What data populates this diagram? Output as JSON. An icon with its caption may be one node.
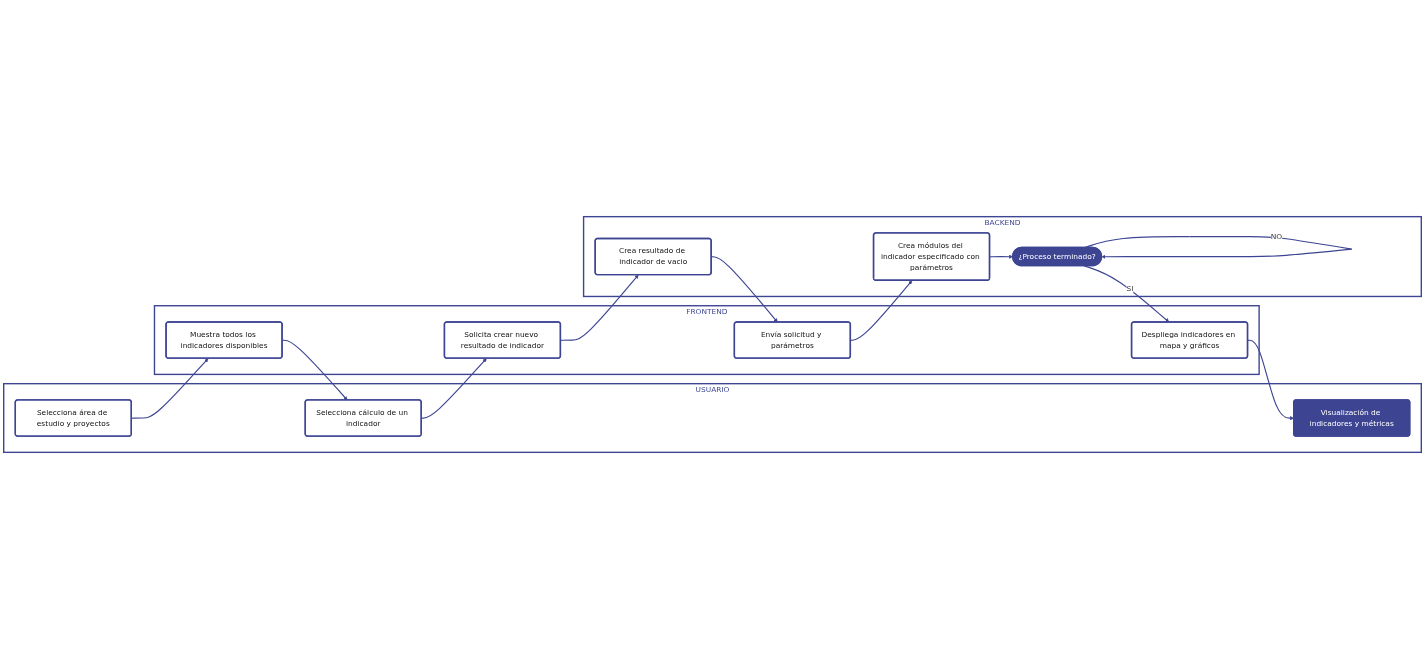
{
  "diagram": {
    "nodes": [
      {
        "text": [
          "USUARIO"
        ]
      },
      {
        "text": [
          "FRONTEND"
        ]
      },
      {
        "text": [
          "BACKEND"
        ]
      },
      {
        "text": [
          "Selecciona área de estudio y proyectos"
        ],
        "in": 0
      },
      {
        "text": [
          "Muestra todos los indicadores disponibles"
        ],
        "in": 1
      },
      {
        "text": [
          "Selecciona cálculo de un indicador"
        ],
        "in": 0
      },
      {
        "text": [
          "Solicita crear nuevo resultado de indicador"
        ],
        "in": 1
      },
      {
        "text": [
          "Crea resultado de indicador de vacio"
        ],
        "in": 2
      },
      {
        "text": [
          "Envía solicitud y parámetros"
        ],
        "in": 1
      },
      {
        "text": [
          "Crea módulos del indicador especificado con parámetros"
        ],
        "in": 2
      },
      {
        "text": [
          "Visualización de indicadores y métricas"
        ],
        "in": 0
      },
      {
        "text": [
          "Despliega indicadores en mapa y gráficos"
        ],
        "in": 1
      },
      {
        "text": [
          "¿Proceso terminado?"
        ],
        "in": 2
      }
    ],
    "edges": [
      {
        "from": 3,
        "to": 4,
        "arrow": "to"
      },
      {
        "from": 4,
        "to": 5,
        "arrow": "to"
      },
      {
        "from": 5,
        "to": 6,
        "arrow": "to"
      },
      {
        "from": 6,
        "to": 7,
        "arrow": "to"
      },
      {
        "from": 7,
        "to": 8,
        "arrow": "to"
      },
      {
        "from": 8,
        "to": 9,
        "arrow": "to"
      },
      {
        "from": 9,
        "to": 12,
        "arrow": "to"
      },
      {
        "from": 12,
        "to": 12,
        "arrow": "to",
        "label": "NO"
      },
      {
        "from": 12,
        "to": 11,
        "arrow": "to",
        "label": "SI"
      },
      {
        "from": 11,
        "to": 10,
        "arrow": "to"
      }
    ]
  }
}
